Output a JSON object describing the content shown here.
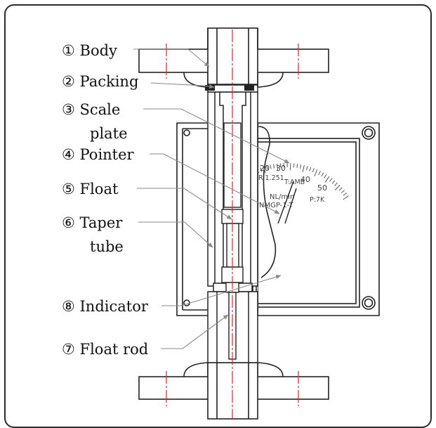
{
  "labels": [
    {
      "num": "①",
      "text": "Body"
    },
    {
      "num": "②",
      "text": "Packing"
    },
    {
      "num": "③",
      "text": "Scale"
    },
    {
      "num": "",
      "text": "plate"
    },
    {
      "num": "④",
      "text": "Pointer"
    },
    {
      "num": "⑤",
      "text": "Float"
    },
    {
      "num": "⑥",
      "text": "Taper"
    },
    {
      "num": "",
      "text": "tube"
    },
    {
      "num": "⑧",
      "text": "Indicator"
    },
    {
      "num": "⑦",
      "text": "Float rod"
    }
  ],
  "scale": {
    "ticks": [
      "20",
      "30",
      "40",
      "50"
    ],
    "r_text": "R:1.251",
    "t_text": "T:AMB",
    "p_text": "P:7K",
    "unit": "NL/min",
    "model": "NMGP-1-T"
  },
  "colors": {
    "line": "#222222",
    "centerline": "#e0252b",
    "leader": "#8a8a8a"
  }
}
